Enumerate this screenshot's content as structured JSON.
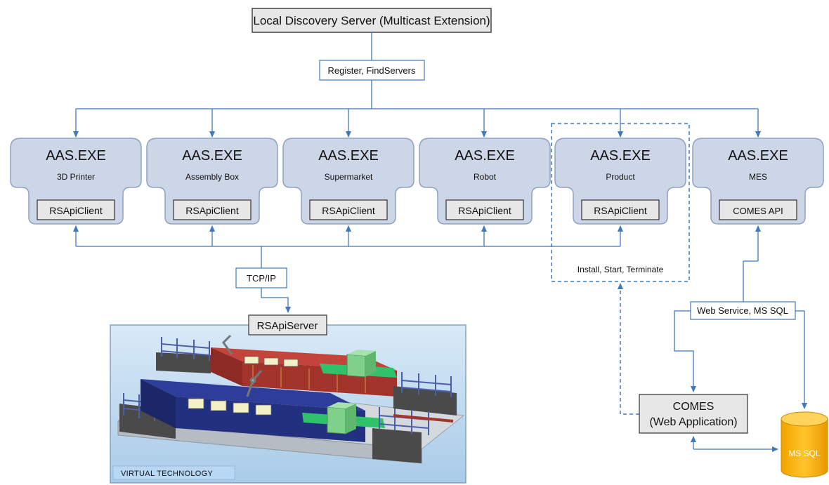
{
  "lds": {
    "title": "Local Discovery Server (Multicast Extension)"
  },
  "register_label": "Register, FindServers",
  "aas_nodes": [
    {
      "title": "AAS.EXE",
      "subtitle": "3D Printer",
      "client": "RSApiClient"
    },
    {
      "title": "AAS.EXE",
      "subtitle": "Assembly Box",
      "client": "RSApiClient"
    },
    {
      "title": "AAS.EXE",
      "subtitle": "Supermarket",
      "client": "RSApiClient"
    },
    {
      "title": "AAS.EXE",
      "subtitle": "Robot",
      "client": "RSApiClient"
    },
    {
      "title": "AAS.EXE",
      "subtitle": "Product",
      "client": "RSApiClient"
    },
    {
      "title": "AAS.EXE",
      "subtitle": "MES",
      "client": "COMES API"
    }
  ],
  "tcp_label": "TCP/IP",
  "install_label": "Install, Start, Terminate",
  "rsapi_server": "RSApiServer",
  "virtual_tech": "VIRTUAL TECHNOLOGY",
  "web_service_label": "Web Service, MS SQL",
  "comes_app": {
    "line1": "COMES",
    "line2": "(Web Application)"
  },
  "db_label": "MS SQL",
  "colors": {
    "line": "#3f78c0",
    "node_fill": "#ccd6e6",
    "node_border": "#8ea2c2",
    "box_fill": "#e7e7e7",
    "db_fill": "#f4b400"
  }
}
